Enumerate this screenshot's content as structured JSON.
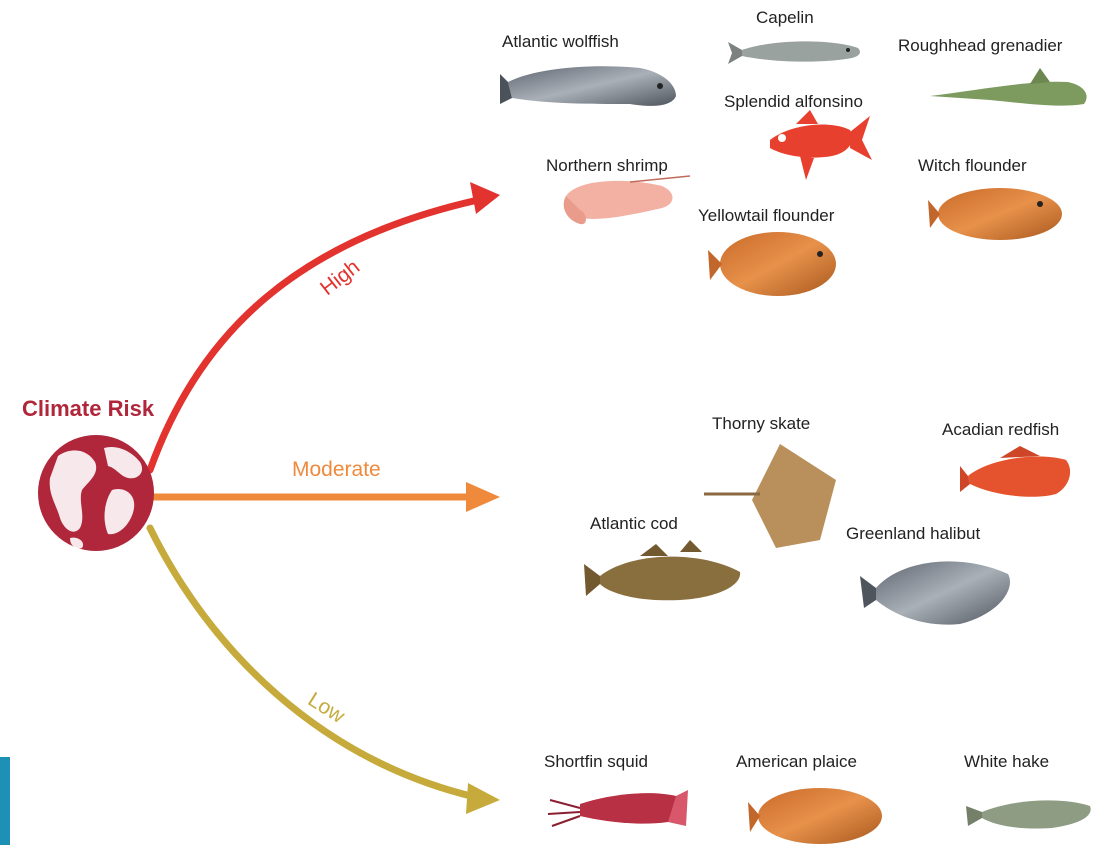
{
  "title": "Climate Risk",
  "levels": {
    "high": {
      "label": "High",
      "color": "#e2332f"
    },
    "moderate": {
      "label": "Moderate",
      "color": "#ef8a3c"
    },
    "low": {
      "label": "Low",
      "color": "#c6ab3c"
    }
  },
  "species": {
    "atlantic_wolffish": "Atlantic wolffish",
    "capelin": "Capelin",
    "roughhead_grenadier": "Roughhead grenadier",
    "splendid_alfonsino": "Splendid alfonsino",
    "northern_shrimp": "Northern shrimp",
    "witch_flounder": "Witch flounder",
    "yellowtail_flounder": "Yellowtail flounder",
    "thorny_skate": "Thorny skate",
    "acadian_redfish": "Acadian redfish",
    "atlantic_cod": "Atlantic cod",
    "greenland_halibut": "Greenland halibut",
    "shortfin_squid": "Shortfin squid",
    "american_plaice": "American plaice",
    "white_hake": "White hake"
  },
  "icons": {
    "globe": "globe-icon",
    "fish": "fish-illustration",
    "shrimp": "shrimp-illustration",
    "squid": "squid-illustration",
    "skate": "skate-illustration"
  }
}
